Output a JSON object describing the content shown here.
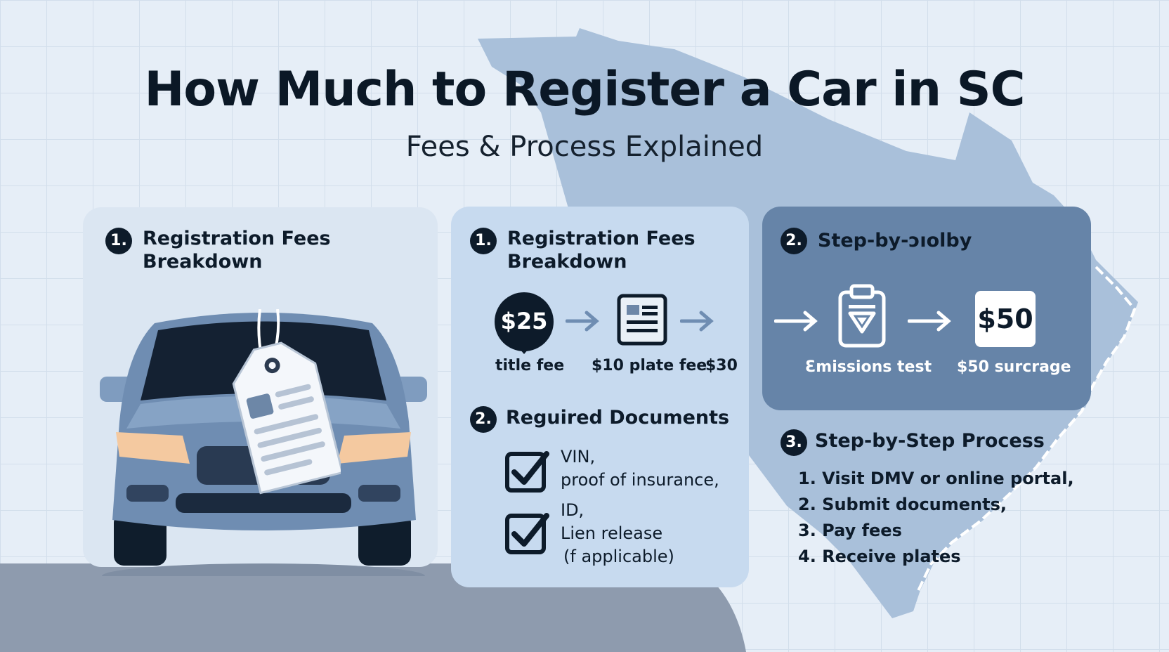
{
  "header": {
    "title": "How Much to Register a Car in SC",
    "subtitle": "Fees & Process Explained"
  },
  "panel_left": {
    "number": "1.",
    "heading_line1": "Registration Fees",
    "heading_line2": "Breakdown"
  },
  "panel_middle": {
    "number": "1.",
    "heading_line1": "Registration Fees",
    "heading_line2": "Breakdown",
    "fee_badge": "$25",
    "fee_labels": [
      "title fee",
      "$10 plate fee",
      "$30"
    ],
    "documents_number": "2.",
    "documents_heading": "Reguired Documents",
    "documents": [
      {
        "line1": "VIN,",
        "line2": "proof of insurance,",
        "line3": ""
      },
      {
        "line1": "ID,",
        "line2": "Lien release",
        "line3": "(f applicable)"
      }
    ]
  },
  "panel_right": {
    "number": "2.",
    "heading": "Step-by-ɔıοlby",
    "price_badge": "$50",
    "labels": [
      "Ɛmissions test",
      "$50 surcrage"
    ]
  },
  "process": {
    "number": "3.",
    "heading": "Step-by-Step Process",
    "steps": [
      "1. Visit DMV or online portal,",
      "2. Submit documents,",
      "3. Pay fees",
      "4. Receive plates"
    ]
  },
  "colors": {
    "background": "#e6eef7",
    "map": "#a9c0da",
    "accent_dark": "#0d1b2a",
    "panel_dark": "#6684a8"
  },
  "icons": [
    "car-illustration",
    "price-tag-icon",
    "document-icon",
    "clipboard-icon",
    "checkbox-checked-icon",
    "arrow-right-icon",
    "sc-state-map"
  ]
}
